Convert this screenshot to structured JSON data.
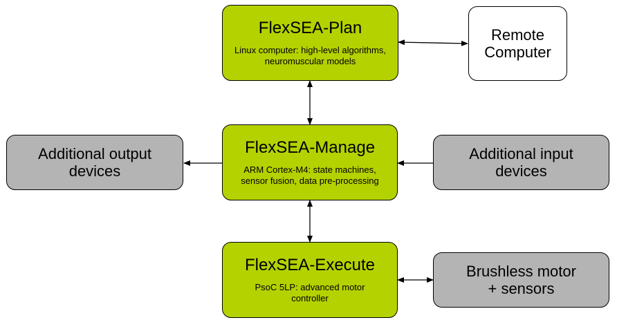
{
  "colors": {
    "accent": "#b4d200",
    "peripheral": "#b4b4b4",
    "remote": "#ffffff",
    "line": "#000000"
  },
  "plan": {
    "title": "FlexSEA-Plan",
    "subtitle": "Linux computer: high-level algorithms,\nneuromuscular models"
  },
  "manage": {
    "title": "FlexSEA-Manage",
    "subtitle": "ARM Cortex-M4: state machines,\nsensor fusion, data pre-processing"
  },
  "execute": {
    "title": "FlexSEA-Execute",
    "subtitle": "PsoC 5LP: advanced motor\ncontroller"
  },
  "remote": {
    "label": "Remote\nComputer"
  },
  "output_devices": {
    "label": "Additional output\ndevices"
  },
  "input_devices": {
    "label": "Additional input\ndevices"
  },
  "motor": {
    "label": "Brushless motor\n+ sensors"
  }
}
